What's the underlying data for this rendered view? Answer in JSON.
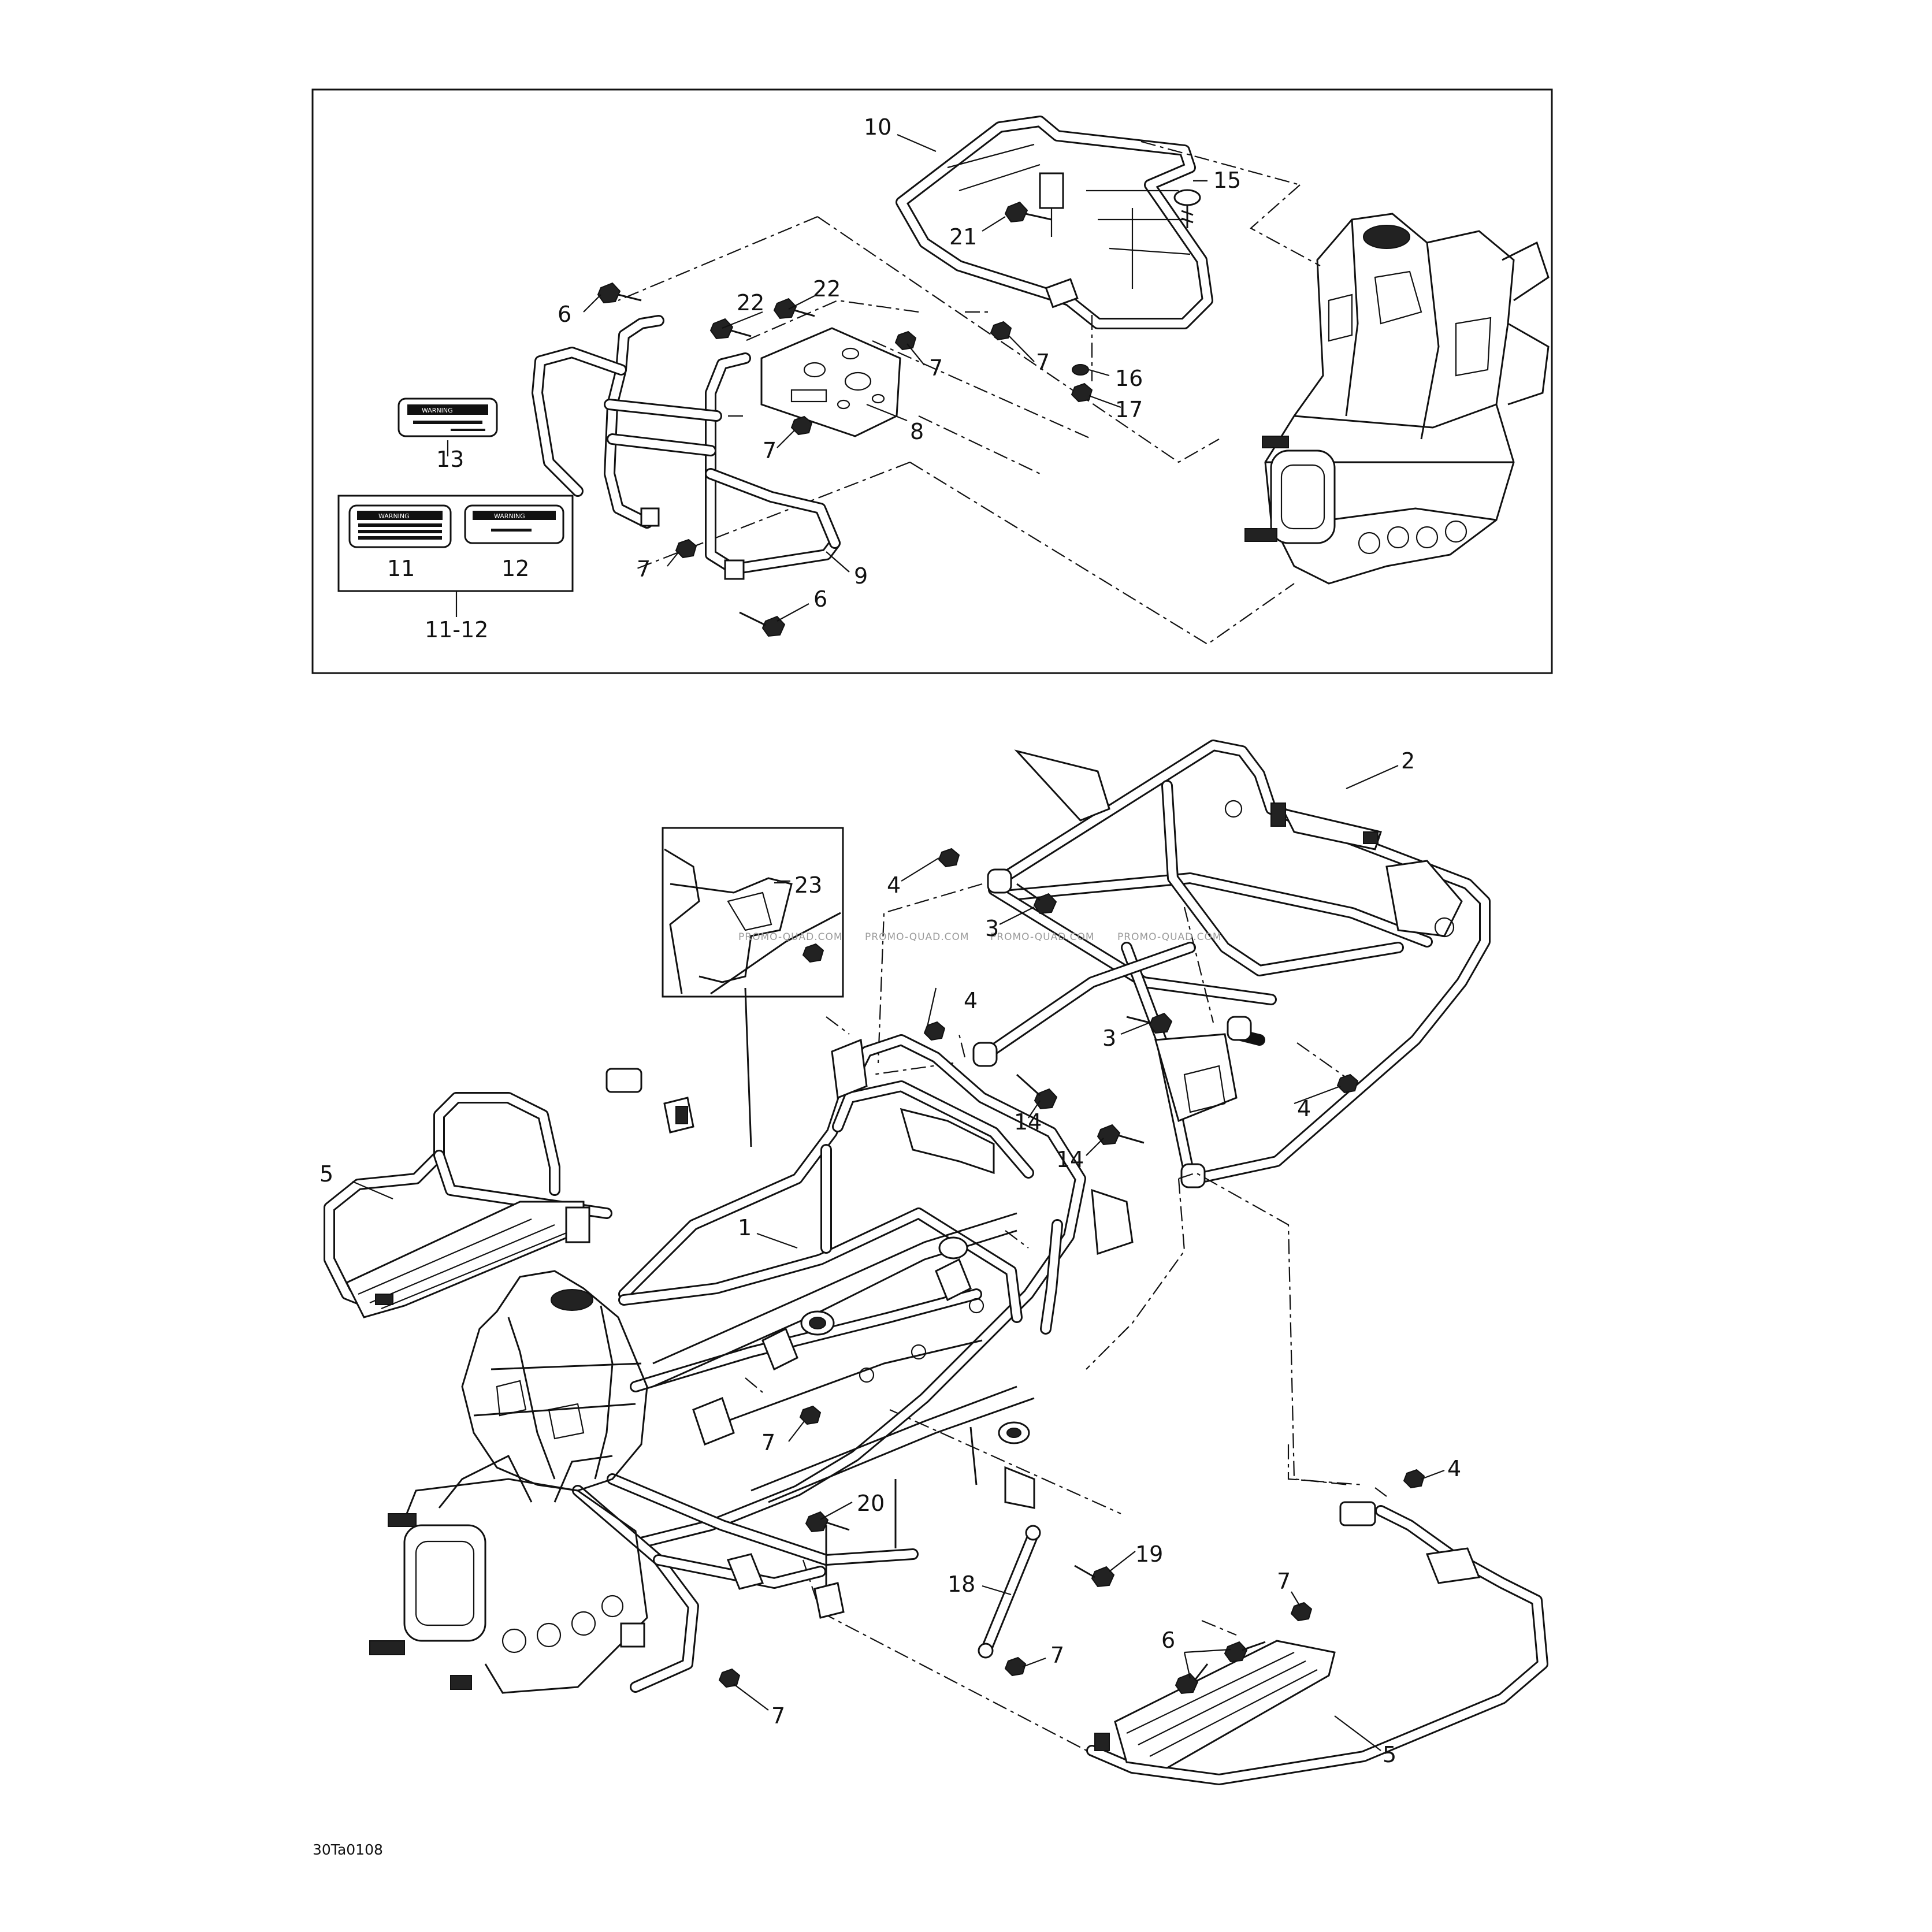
{
  "drawing_code": "30Ta0108",
  "watermark": "PROMO-QUAD.COM",
  "callouts": {
    "c1": "1",
    "c2": "2",
    "c3a": "3",
    "c3b": "3",
    "c4a": "4",
    "c4b": "4",
    "c4c": "4",
    "c4d": "4",
    "c5a": "5",
    "c5b": "5",
    "c6a": "6",
    "c6b": "6",
    "c6c": "6",
    "c7a": "7",
    "c7b": "7",
    "c7c": "7",
    "c7d": "7",
    "c7e": "7",
    "c7f": "7",
    "c7g": "7",
    "c7h": "7",
    "c8": "8",
    "c9": "9",
    "c10": "10",
    "c11": "11",
    "c12": "12",
    "c11_12": "11-12",
    "c13": "13",
    "c14a": "14",
    "c14b": "14",
    "c15": "15",
    "c16": "16",
    "c17": "17",
    "c18": "18",
    "c19": "19",
    "c20": "20",
    "c21": "21",
    "c22a": "22",
    "c22b": "22",
    "c23": "23"
  },
  "labels": {
    "warning_13": "WARNING",
    "warning_11": "WARNING",
    "warning_12": "WARNING"
  }
}
